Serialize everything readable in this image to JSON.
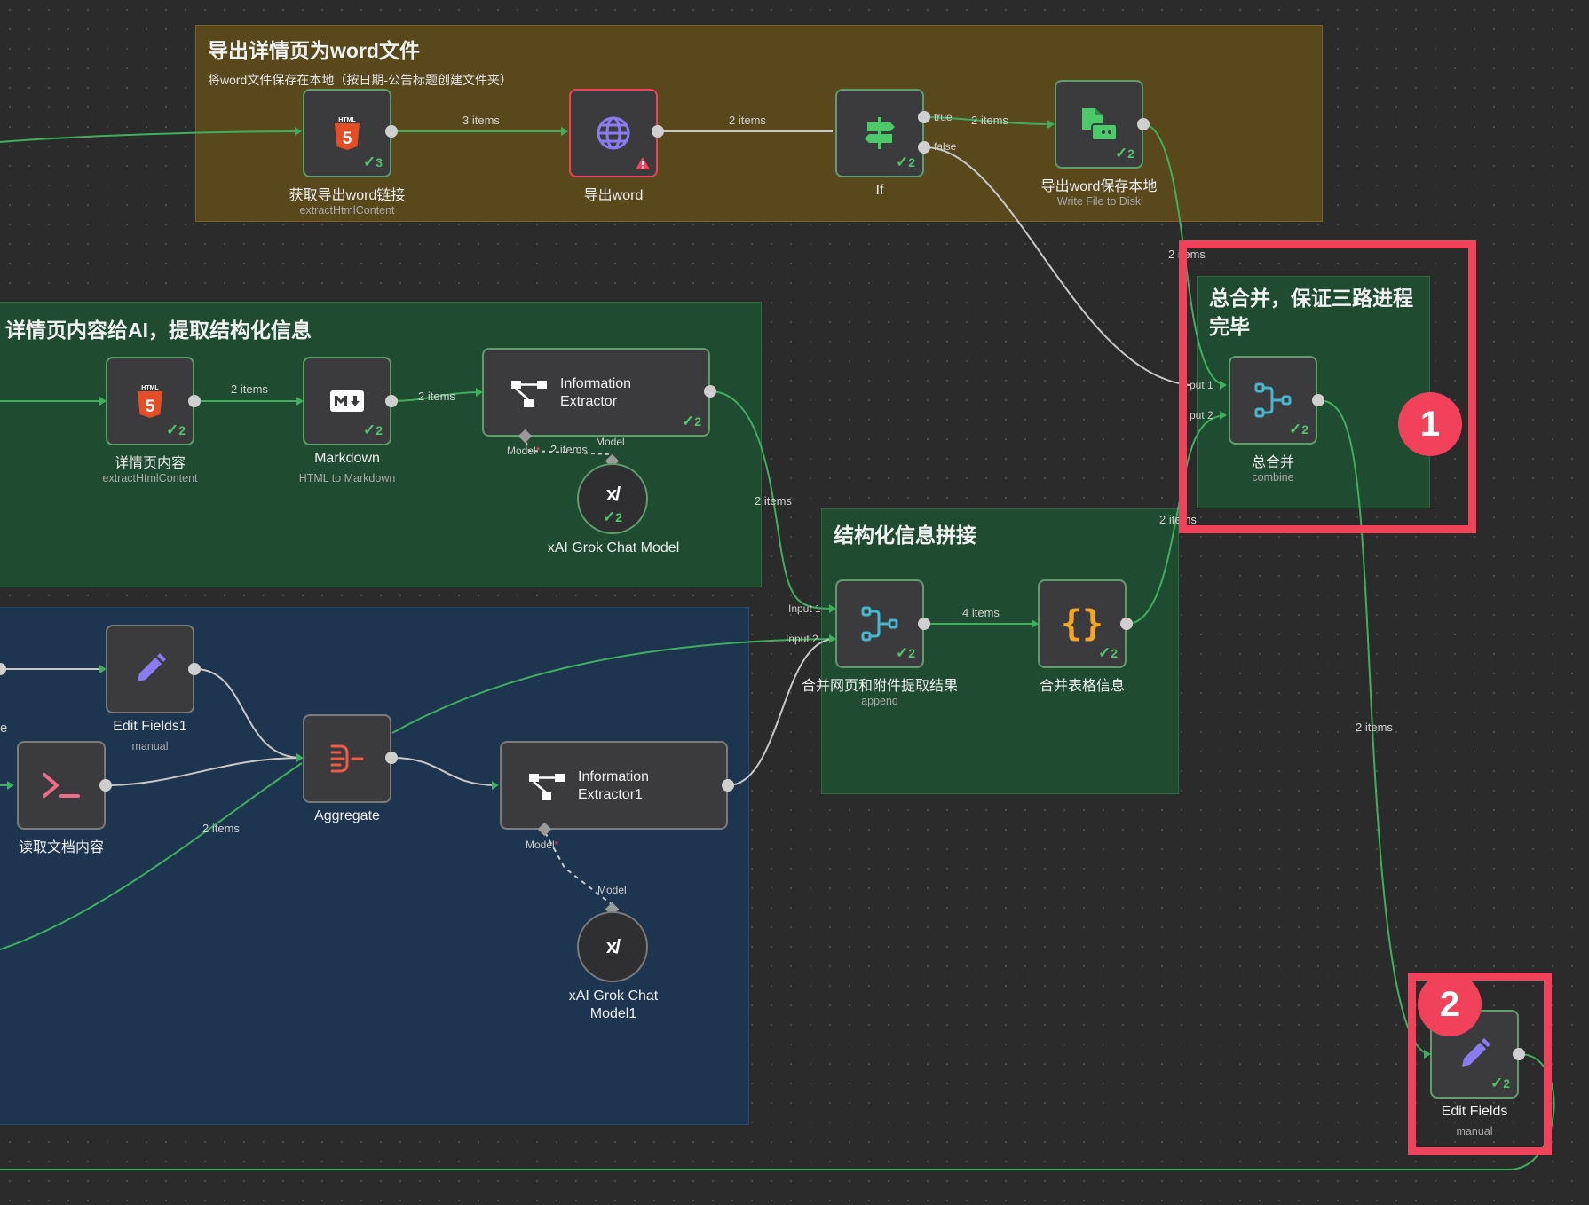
{
  "groups": {
    "export": {
      "title": "导出详情页为word文件",
      "subtitle": "将word文件保存在本地（按日期-公告标题创建文件夹）",
      "color": "#5c4a1c"
    },
    "extract": {
      "title": "详情页内容给AI，提取结构化信息",
      "color": "#1f4a30"
    },
    "doc": {
      "color": "#1e344f"
    },
    "struct": {
      "title": "结构化信息拼接",
      "color": "#1f4a30"
    },
    "merge": {
      "title": "总合并，保证三路进程完毕",
      "color": "#1f4a30"
    }
  },
  "nodes": {
    "get_link": {
      "label": "获取导出word链接",
      "sub": "extractHtmlContent",
      "count": "3",
      "icon": "html5-icon"
    },
    "export_word": {
      "label": "导出word",
      "icon": "globe-icon",
      "warning": "warning-icon"
    },
    "if": {
      "label": "If",
      "count": "2",
      "icon": "signpost-icon",
      "out_true": "true",
      "out_false": "false"
    },
    "save_word": {
      "label": "导出word保存本地",
      "sub": "Write File to Disk",
      "count": "2",
      "icon": "file-drive-icon"
    },
    "detail": {
      "label": "详情页内容",
      "sub": "extractHtmlContent",
      "count": "2",
      "icon": "html5-icon"
    },
    "markdown": {
      "label": "Markdown",
      "sub": "HTML to Markdown",
      "count": "2",
      "icon": "markdown-icon"
    },
    "info_extractor": {
      "label": "Information\nExtractor",
      "count": "2",
      "icon": "tree-icon",
      "port_model": "Model",
      "port_model_req": "*"
    },
    "grok": {
      "label": "xAI Grok Chat Model",
      "count": "2",
      "icon": "xai-icon",
      "port_model": "Model"
    },
    "edit_fields1": {
      "label": "Edit Fields1",
      "sub": "manual",
      "icon": "pencil-icon"
    },
    "read_doc": {
      "label": "读取文档内容",
      "icon": "terminal-icon"
    },
    "aggregate": {
      "label": "Aggregate",
      "icon": "aggregate-icon"
    },
    "info_extractor1": {
      "label": "Information\nExtractor1",
      "icon": "tree-icon",
      "port_model": "Model",
      "port_model_req": "*"
    },
    "grok1": {
      "label": "xAI Grok Chat\nModel1",
      "icon": "xai-icon",
      "port_model": "Model"
    },
    "merge_append": {
      "label": "合并网页和附件提取结果",
      "sub": "append",
      "count": "2",
      "icon": "merge-icon",
      "in1": "Input 1",
      "in2": "Input 2"
    },
    "merge_table": {
      "label": "合并表格信息",
      "count": "2",
      "icon": "braces-icon"
    },
    "combine": {
      "label": "总合并",
      "sub": "combine",
      "count": "2",
      "icon": "merge-icon",
      "in1": "put 1",
      "in2": "put 2"
    },
    "edit_fields": {
      "label": "Edit Fields",
      "sub": "manual",
      "count": "2",
      "icon": "pencil-icon"
    }
  },
  "edges": {
    "e1": "3 items",
    "e2": "2 items",
    "e3": "2 items",
    "e4": "2 items",
    "e5": "2 items",
    "e6": "2 items",
    "e7": "2 items",
    "e8": "2 items",
    "e9": "4 items",
    "e10": "2 items",
    "e11": "2 items",
    "e12": "2 items"
  },
  "edge_fragments": {
    "left_cut": "e"
  },
  "badges": {
    "b1": "1",
    "b2": "2"
  },
  "colors": {
    "highlight": "#f2415a",
    "edge_green": "#3fae5f",
    "edge_gray": "#c8c8c8",
    "check": "#4fc46a"
  }
}
